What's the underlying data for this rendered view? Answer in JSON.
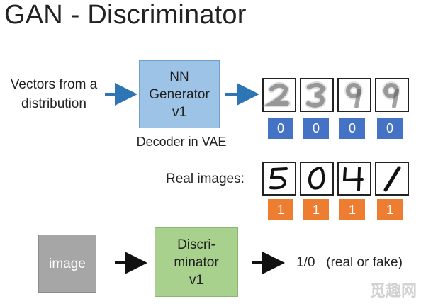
{
  "title": "GAN - Discriminator",
  "input_label": "Vectors from a distribution",
  "generator_box": {
    "line1": "NN",
    "line2": "Generator",
    "line3": "v1"
  },
  "decoder_caption": "Decoder in VAE",
  "generated_images": {
    "digits": [
      "2",
      "3",
      "9",
      "9"
    ],
    "labels": [
      "0",
      "0",
      "0",
      "0"
    ]
  },
  "real_images": {
    "caption": "Real images:",
    "digits": [
      "5",
      "0",
      "4",
      "1"
    ],
    "labels": [
      "1",
      "1",
      "1",
      "1"
    ]
  },
  "image_box": "image",
  "discriminator_box": {
    "line1": "Discri-",
    "line2": "minator",
    "line3": "v1"
  },
  "output_label": "1/0   (real or fake)",
  "watermark": "觅趣网",
  "colors": {
    "generator": "#9dc3e6",
    "discriminator": "#a9d18e",
    "image": "#a6a6a6",
    "fake_badge": "#4472c4",
    "real_badge": "#ed7d31",
    "arrow_blue": "#2e75b6"
  }
}
